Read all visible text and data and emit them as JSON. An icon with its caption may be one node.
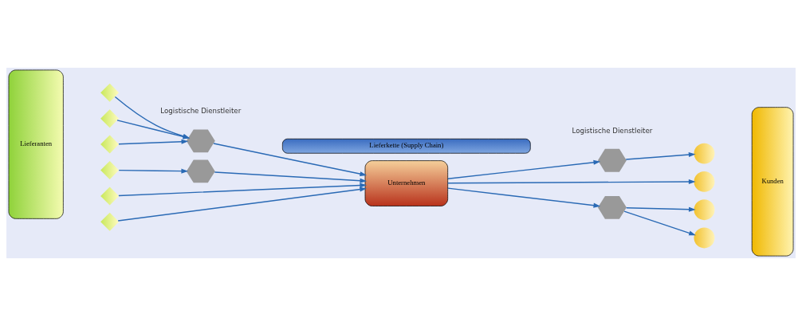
{
  "diagram": {
    "nodes": [
      {
        "text": [
          "Lieferkette (Supply Chain)"
        ]
      },
      {
        "text": [
          "Lieferanten"
        ]
      },
      {
        "text": [],
        "shape": "diamond"
      },
      {
        "text": [],
        "shape": "diamond"
      },
      {
        "text": [],
        "shape": "diamond"
      },
      {
        "text": [],
        "shape": "diamond"
      },
      {
        "text": [],
        "shape": "diamond"
      },
      {
        "text": [],
        "shape": "diamond"
      },
      {
        "text": [],
        "shape": "hexagon"
      },
      {
        "text": [],
        "shape": "hexagon"
      },
      {
        "text": [
          "Unternehmen"
        ]
      },
      {
        "text": [],
        "shape": "hexagon"
      },
      {
        "text": [],
        "shape": "hexagon"
      },
      {
        "text": [],
        "shape": "circle"
      },
      {
        "text": [],
        "shape": "circle"
      },
      {
        "text": [],
        "shape": "circle"
      },
      {
        "text": [],
        "shape": "circle"
      },
      {
        "text": [
          "Kunden"
        ]
      }
    ],
    "edges": [
      {
        "from": 2,
        "to": 8,
        "arrow": "to"
      },
      {
        "from": 3,
        "to": 8,
        "arrow": "to"
      },
      {
        "from": 4,
        "to": 8,
        "arrow": "to"
      },
      {
        "from": 5,
        "to": 9,
        "arrow": "to"
      },
      {
        "from": 6,
        "to": 10,
        "arrow": "to"
      },
      {
        "from": 7,
        "to": 10,
        "arrow": "to"
      },
      {
        "from": 8,
        "to": 10,
        "arrow": "to"
      },
      {
        "from": 9,
        "to": 10,
        "arrow": "to"
      },
      {
        "from": 10,
        "to": 11,
        "arrow": "to"
      },
      {
        "from": 10,
        "to": 14,
        "arrow": "to"
      },
      {
        "from": 10,
        "to": 12,
        "arrow": "to"
      },
      {
        "from": 11,
        "to": 13,
        "arrow": "to"
      },
      {
        "from": 12,
        "to": 15,
        "arrow": "to"
      },
      {
        "from": 12,
        "to": 16,
        "arrow": "to"
      }
    ],
    "labels": [
      "Logistische Dienstleiter",
      "Logistische Dienstleiter"
    ]
  }
}
